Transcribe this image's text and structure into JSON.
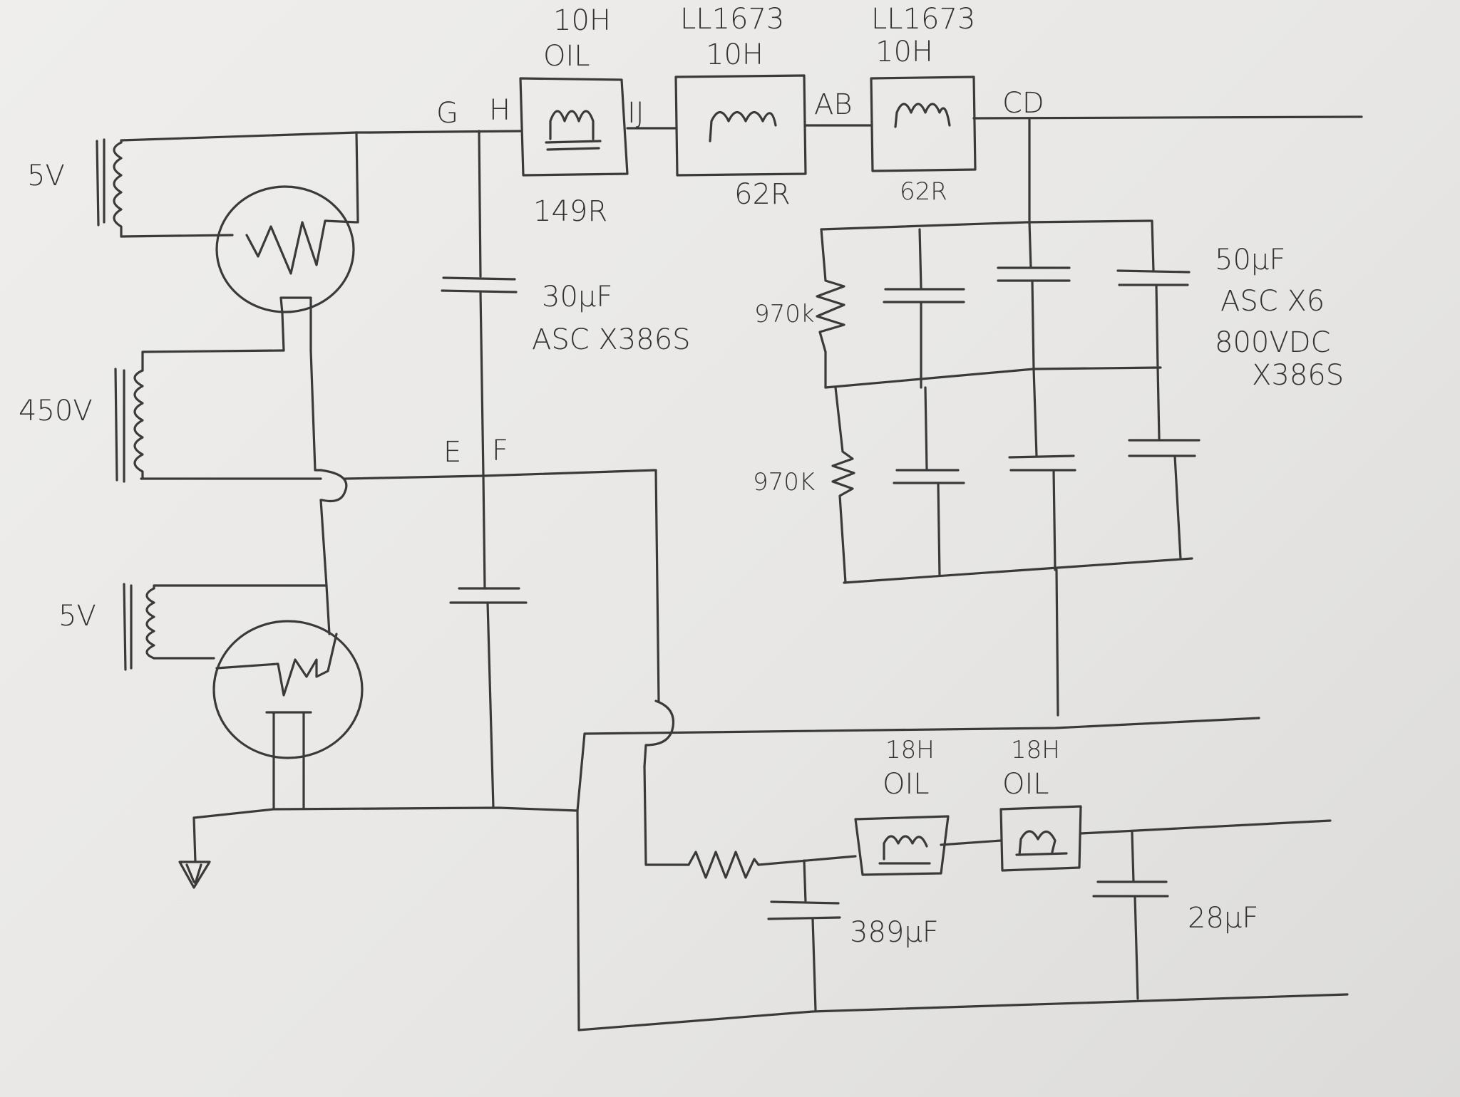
{
  "labels": {
    "choke1_top": "10H",
    "choke1_bot": "OIL",
    "choke2_top": "LL1673",
    "choke2_bot": "10H",
    "choke3_top": "LL1673",
    "choke3_bot": "10H",
    "choke1_res": "149R",
    "choke2_res": "62R",
    "choke3_res": "62R",
    "node_g": "G",
    "node_h": "H",
    "node_ij": "IJ",
    "node_ab": "AB",
    "node_cd": "CD",
    "node_e": "E",
    "node_f": "F",
    "xfmr_top": "5V",
    "xfmr_hv": "450V",
    "xfmr_bot": "5V",
    "cap_main_value": "30µF",
    "cap_main_part": "ASC X386S",
    "res1": "970k",
    "res2": "970K",
    "bank_value": "50µF",
    "bank_count": "ASC X6",
    "bank_voltage": "800VDC",
    "bank_part": "X386S",
    "choke4_top": "18H",
    "choke4_bot": "OIL",
    "choke5_top": "18H",
    "choke5_bot": "OIL",
    "cap_lower1": "389µF",
    "cap_lower2": "28µF"
  }
}
